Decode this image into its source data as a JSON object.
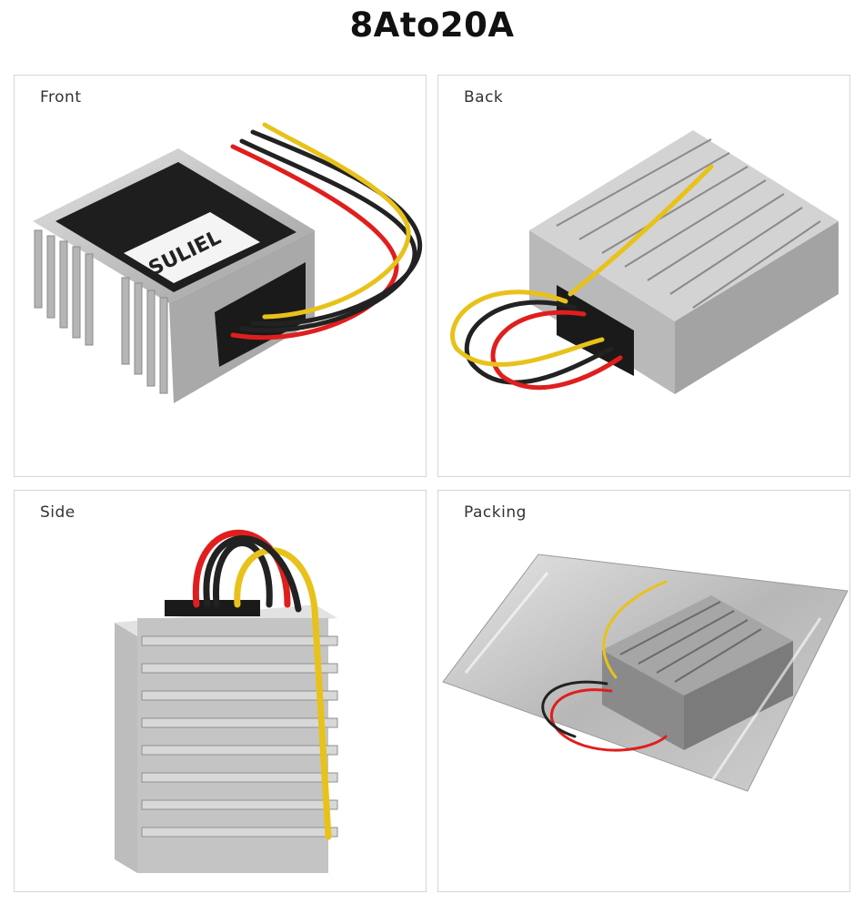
{
  "title": "8Ato20A",
  "brand": "SULIEL",
  "panels": [
    {
      "label": "Front"
    },
    {
      "label": "Back"
    },
    {
      "label": "Side"
    },
    {
      "label": "Packing"
    }
  ],
  "colors": {
    "aluminum": "#c9c9c9",
    "aluminum_dark": "#8f8f8f",
    "wire_red": "#e01e1e",
    "wire_yellow": "#e8c21a",
    "wire_black": "#222222",
    "plastic_black": "#1a1a1a"
  }
}
